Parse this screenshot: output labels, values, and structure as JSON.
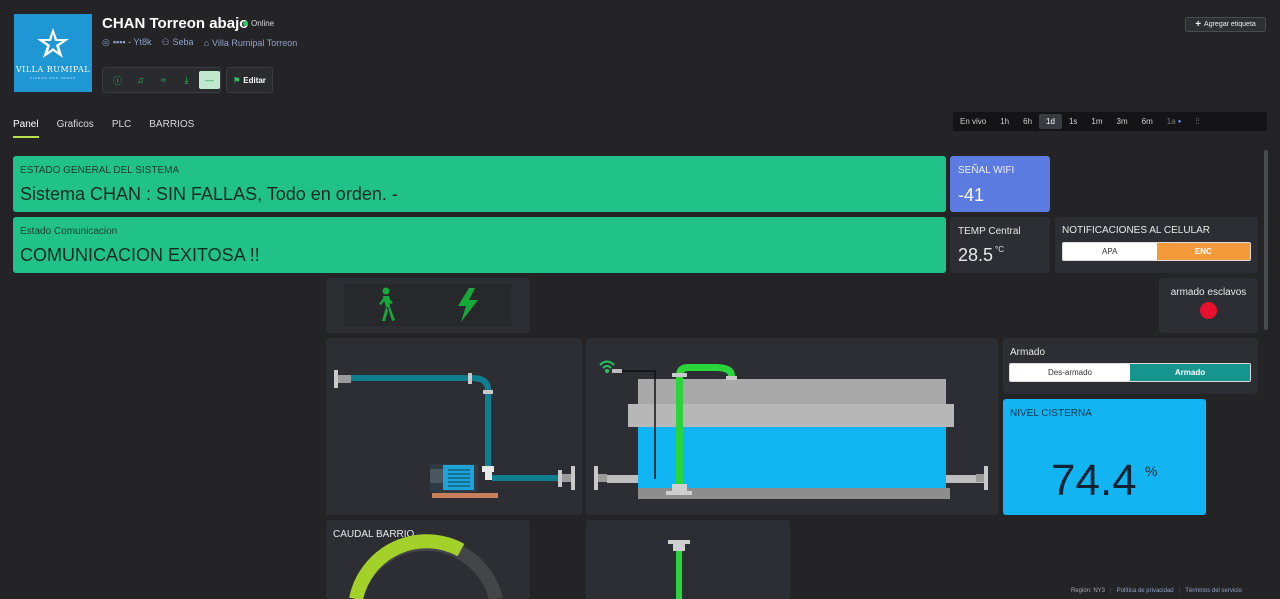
{
  "logo": {
    "name": "VILLA RUMIPAL",
    "tagline": "CIUDAD MAS FRENO"
  },
  "device": {
    "title": "CHAN Torreon abajo",
    "status": "Online",
    "id": "▪▪▪▪ - Yt8k",
    "user": "Seba",
    "location": "Villa Rumipal Torreon"
  },
  "toolbar": {
    "edit_label": "Editar"
  },
  "header": {
    "add_tag_label": "Agregar etiqueta"
  },
  "tabs": [
    {
      "label": "Panel"
    },
    {
      "label": "Graficos"
    },
    {
      "label": "PLC"
    },
    {
      "label": "BARRIOS"
    }
  ],
  "time_ranges": [
    {
      "label": "En vivo"
    },
    {
      "label": "1h"
    },
    {
      "label": "6h"
    },
    {
      "label": "1d"
    },
    {
      "label": "1s"
    },
    {
      "label": "1m"
    },
    {
      "label": "3m"
    },
    {
      "label": "6m"
    },
    {
      "label": "1a"
    }
  ],
  "time_range_active": "1d",
  "system": {
    "title": "ESTADO GENERAL DEL SISTEMA",
    "message": "Sistema CHAN : SIN FALLAS, Todo en orden. -"
  },
  "comm": {
    "title": "Estado Comunicacion",
    "message": "COMUNICACION EXITOSA !!"
  },
  "wifi": {
    "title": "SEÑAL WIFI",
    "value": "-41"
  },
  "temp": {
    "title": "TEMP Central",
    "value": "28.5",
    "unit": "°C"
  },
  "notifications": {
    "title": "NOTIFICACIONES AL CELULAR",
    "off_label": "APA",
    "on_label": "ENC",
    "selected": "ENC"
  },
  "slaves": {
    "title": "armado esclavos",
    "state_color": "#e8112d"
  },
  "armado": {
    "title": "Armado",
    "off_label": "Des-armado",
    "on_label": "Armado",
    "selected": "Armado"
  },
  "nivel": {
    "title": "NIVEL CISTERNA",
    "value": "74.4",
    "unit": "%",
    "fill_fraction": 0.744
  },
  "caudal": {
    "title": "CAUDAL BARRIO"
  },
  "footer": {
    "region": "Región: NY3",
    "privacy": "Política de privacidad",
    "terms": "Términos del servicio"
  },
  "colors": {
    "accent_green": "#21c28a",
    "wifi_blue": "#5b7be0",
    "level_blue": "#12b5f2",
    "orange": "#f59a3a",
    "teal": "#16958f"
  }
}
